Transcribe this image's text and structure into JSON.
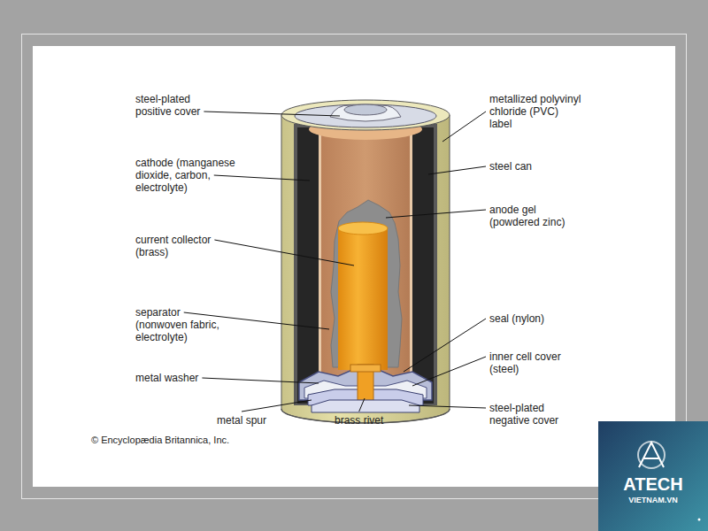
{
  "diagram": {
    "labels": [
      "steel-plated positive cover",
      "cathode (manganese dioxide, carbon, electrolyte)",
      "current collector (brass)",
      "separator (nonwoven fabric, electrolyte)",
      "metal washer",
      "metal spur",
      "brass rivet",
      "metallized polyvinyl chloride (PVC) label",
      "steel can",
      "anode gel (powdered zinc)",
      "seal (nylon)",
      "inner cell cover (steel)",
      "steel-plated negative cover",
      "© Encyclopædia Britannica, Inc.",
      "ATECH",
      "VIETNAM.VN"
    ]
  }
}
